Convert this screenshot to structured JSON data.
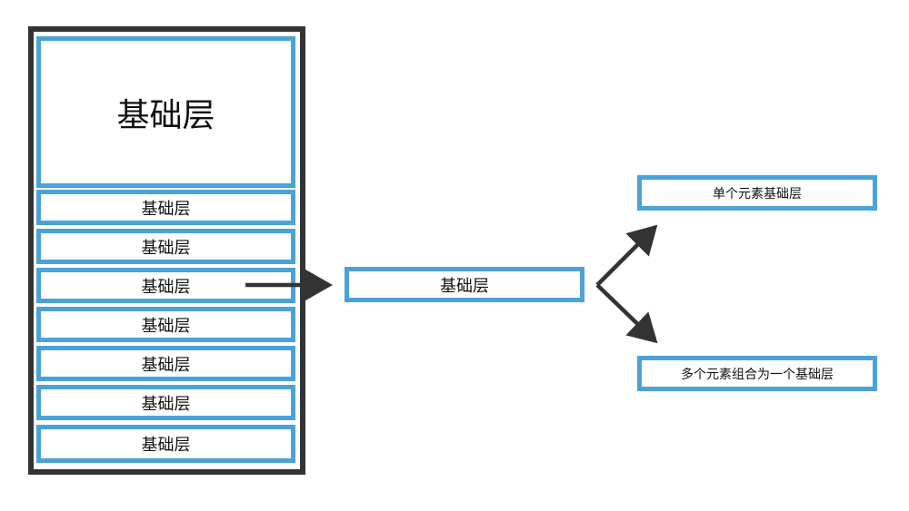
{
  "left_stack": {
    "top_layer_label": "基础层",
    "rows": [
      "基础层",
      "基础层",
      "基础层",
      "基础层",
      "基础层",
      "基础层",
      "基础层"
    ]
  },
  "middle": {
    "label": "基础层"
  },
  "outcomes": {
    "single": "单个元素基础层",
    "multiple": "多个元素组合为一个基础层"
  },
  "colors": {
    "box_border": "#4aa3d8",
    "frame": "#333333",
    "arrow": "#333333"
  }
}
